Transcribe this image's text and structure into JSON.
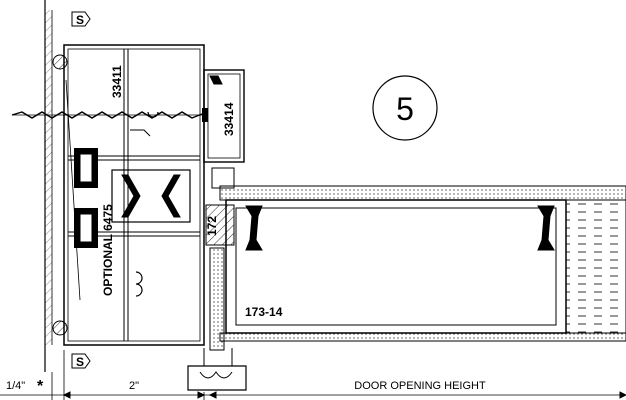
{
  "drawing": {
    "detail_number": "5",
    "sealant_symbol": "S",
    "parts": {
      "frame_upper": "33411",
      "frame_stop": "33414",
      "optional_member": "OPTIONAL 6475",
      "door_rail": "173-14",
      "small_tag": "172"
    },
    "dimensions": {
      "shim": "1/4\"",
      "shim_marker": "*",
      "frame_depth": "2\"",
      "door_opening": "DOOR OPENING HEIGHT"
    }
  }
}
